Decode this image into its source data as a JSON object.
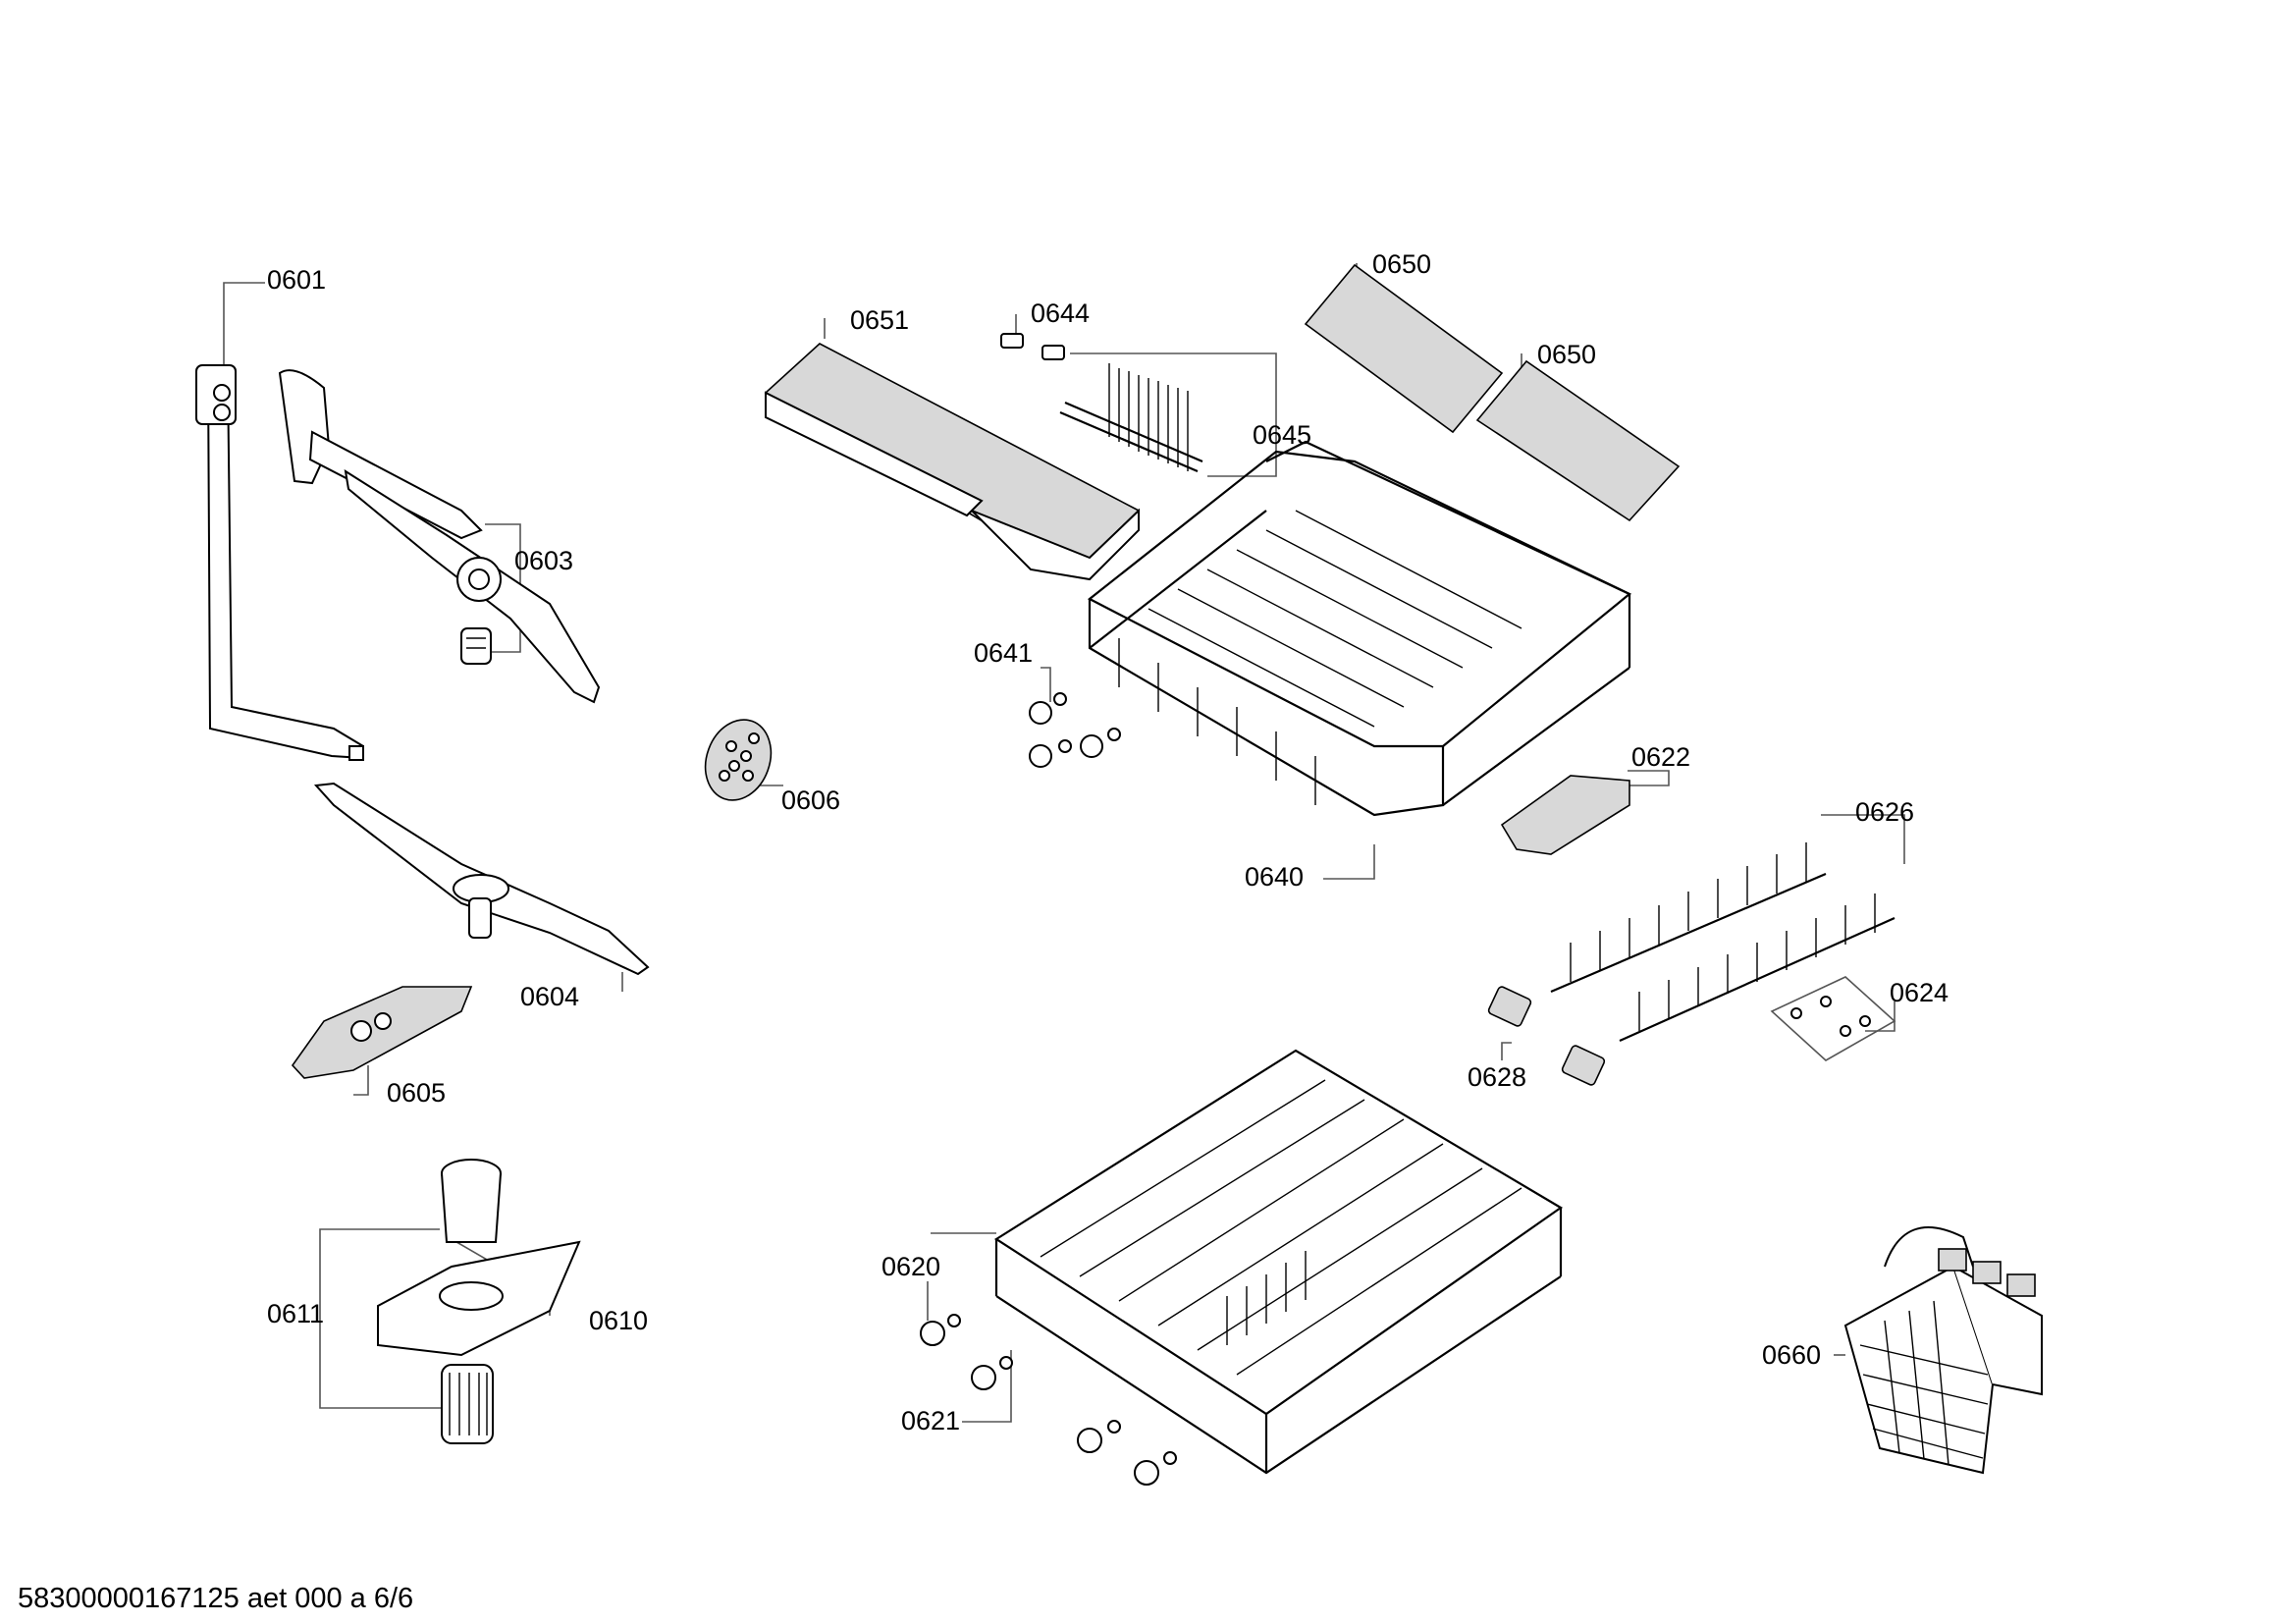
{
  "labels": {
    "p0601": "0601",
    "p0603": "0603",
    "p0604": "0604",
    "p0605": "0605",
    "p0606": "0606",
    "p0610": "0610",
    "p0611": "0611",
    "p0620": "0620",
    "p0621": "0621",
    "p0622": "0622",
    "p0624": "0624",
    "p0626": "0626",
    "p0628": "0628",
    "p0640": "0640",
    "p0641": "0641",
    "p0644": "0644",
    "p0645": "0645",
    "p0650a": "0650",
    "p0650b": "0650",
    "p0651": "0651",
    "p0660": "0660"
  },
  "footer": "58300000167125 aet 000 a 6/6"
}
